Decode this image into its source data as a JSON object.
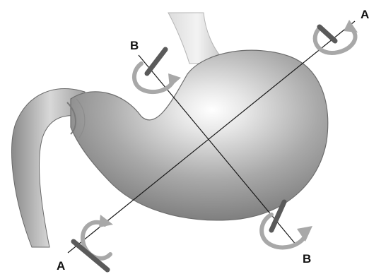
{
  "diagram": {
    "axes": [
      {
        "id": "A",
        "start_label": "A",
        "end_label": "A"
      },
      {
        "id": "B",
        "start_label": "B",
        "end_label": "B"
      }
    ],
    "colors": {
      "background": "#ffffff",
      "axis_line": "#1a1a1a",
      "arrow_dark": "#5a5a5a",
      "arrow_light": "#a8a8a8",
      "organ_dark": "#6e6e6e",
      "organ_mid": "#a9a9a9",
      "organ_light": "#e2e2e2"
    },
    "icons": [
      "rotation-arrow-icon"
    ]
  }
}
